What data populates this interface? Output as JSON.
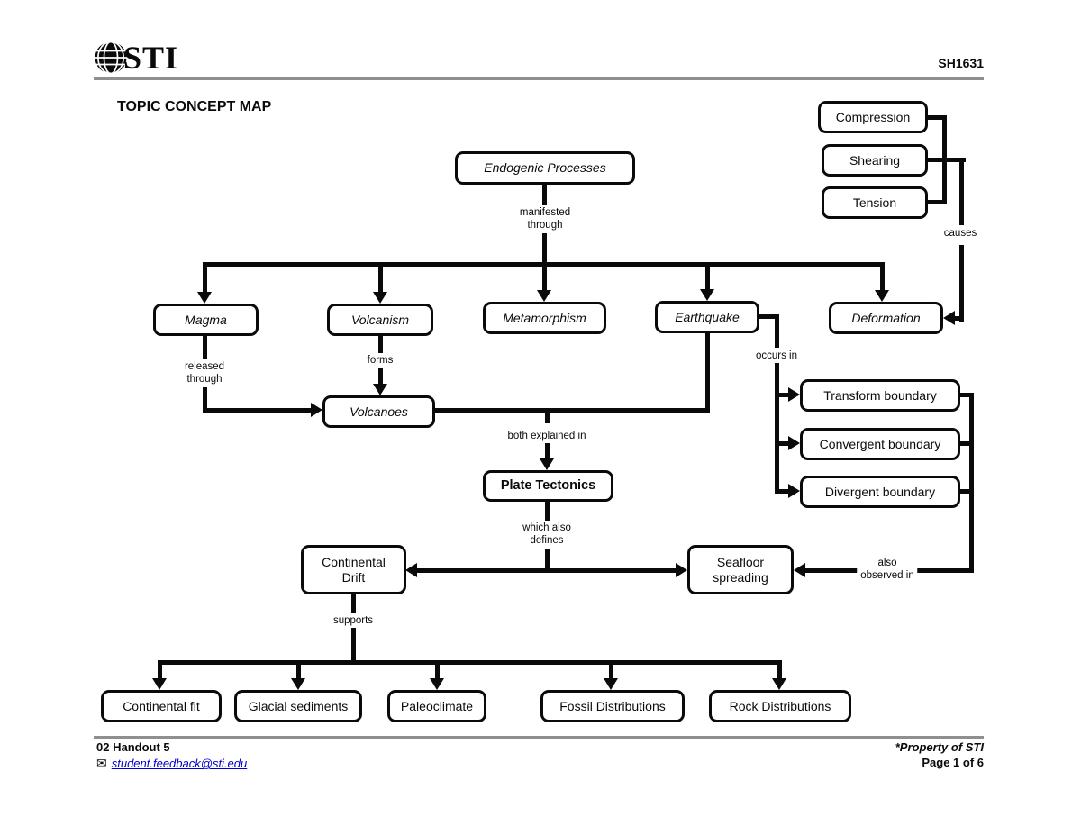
{
  "header": {
    "logo": "STI",
    "doc_code": "SH1631"
  },
  "title": "TOPIC CONCEPT MAP",
  "map": {
    "nodes": {
      "endogenic_processes": "Endogenic Processes",
      "compression": "Compression",
      "shearing": "Shearing",
      "tension": "Tension",
      "magma": "Magma",
      "volcanism": "Volcanism",
      "metamorphism": "Metamorphism",
      "earthquake": "Earthquake",
      "deformation": "Deformation",
      "volcanoes": "Volcanoes",
      "plate_tectonics": "Plate Tectonics",
      "transform_boundary": "Transform boundary",
      "convergent_boundary": "Convergent boundary",
      "divergent_boundary": "Divergent boundary",
      "continental_drift": "Continental\nDrift",
      "seafloor_spreading": "Seafloor\nspreading",
      "continental_fit": "Continental fit",
      "glacial_sediments": "Glacial sediments",
      "paleoclimate": "Paleoclimate",
      "fossil_distributions": "Fossil Distributions",
      "rock_distributions": "Rock Distributions"
    },
    "labels": {
      "manifested_through": "manifested\nthrough",
      "causes": "causes",
      "released_through": "released\nthrough",
      "forms": "forms",
      "occurs_in": "occurs in",
      "both_explained_in": "both explained in",
      "which_also_defines": "which also\ndefines",
      "also_observed_in": "also\nobserved in",
      "supports": "supports"
    }
  },
  "footer": {
    "handout": "02 Handout 5",
    "email": "student.feedback@sti.edu",
    "property": "*Property of STI",
    "page": "Page 1 of 6"
  },
  "colors": {
    "ink": "#0a0a0a",
    "rule_gray": "#8f8f8f",
    "link_blue": "#0000cc"
  }
}
